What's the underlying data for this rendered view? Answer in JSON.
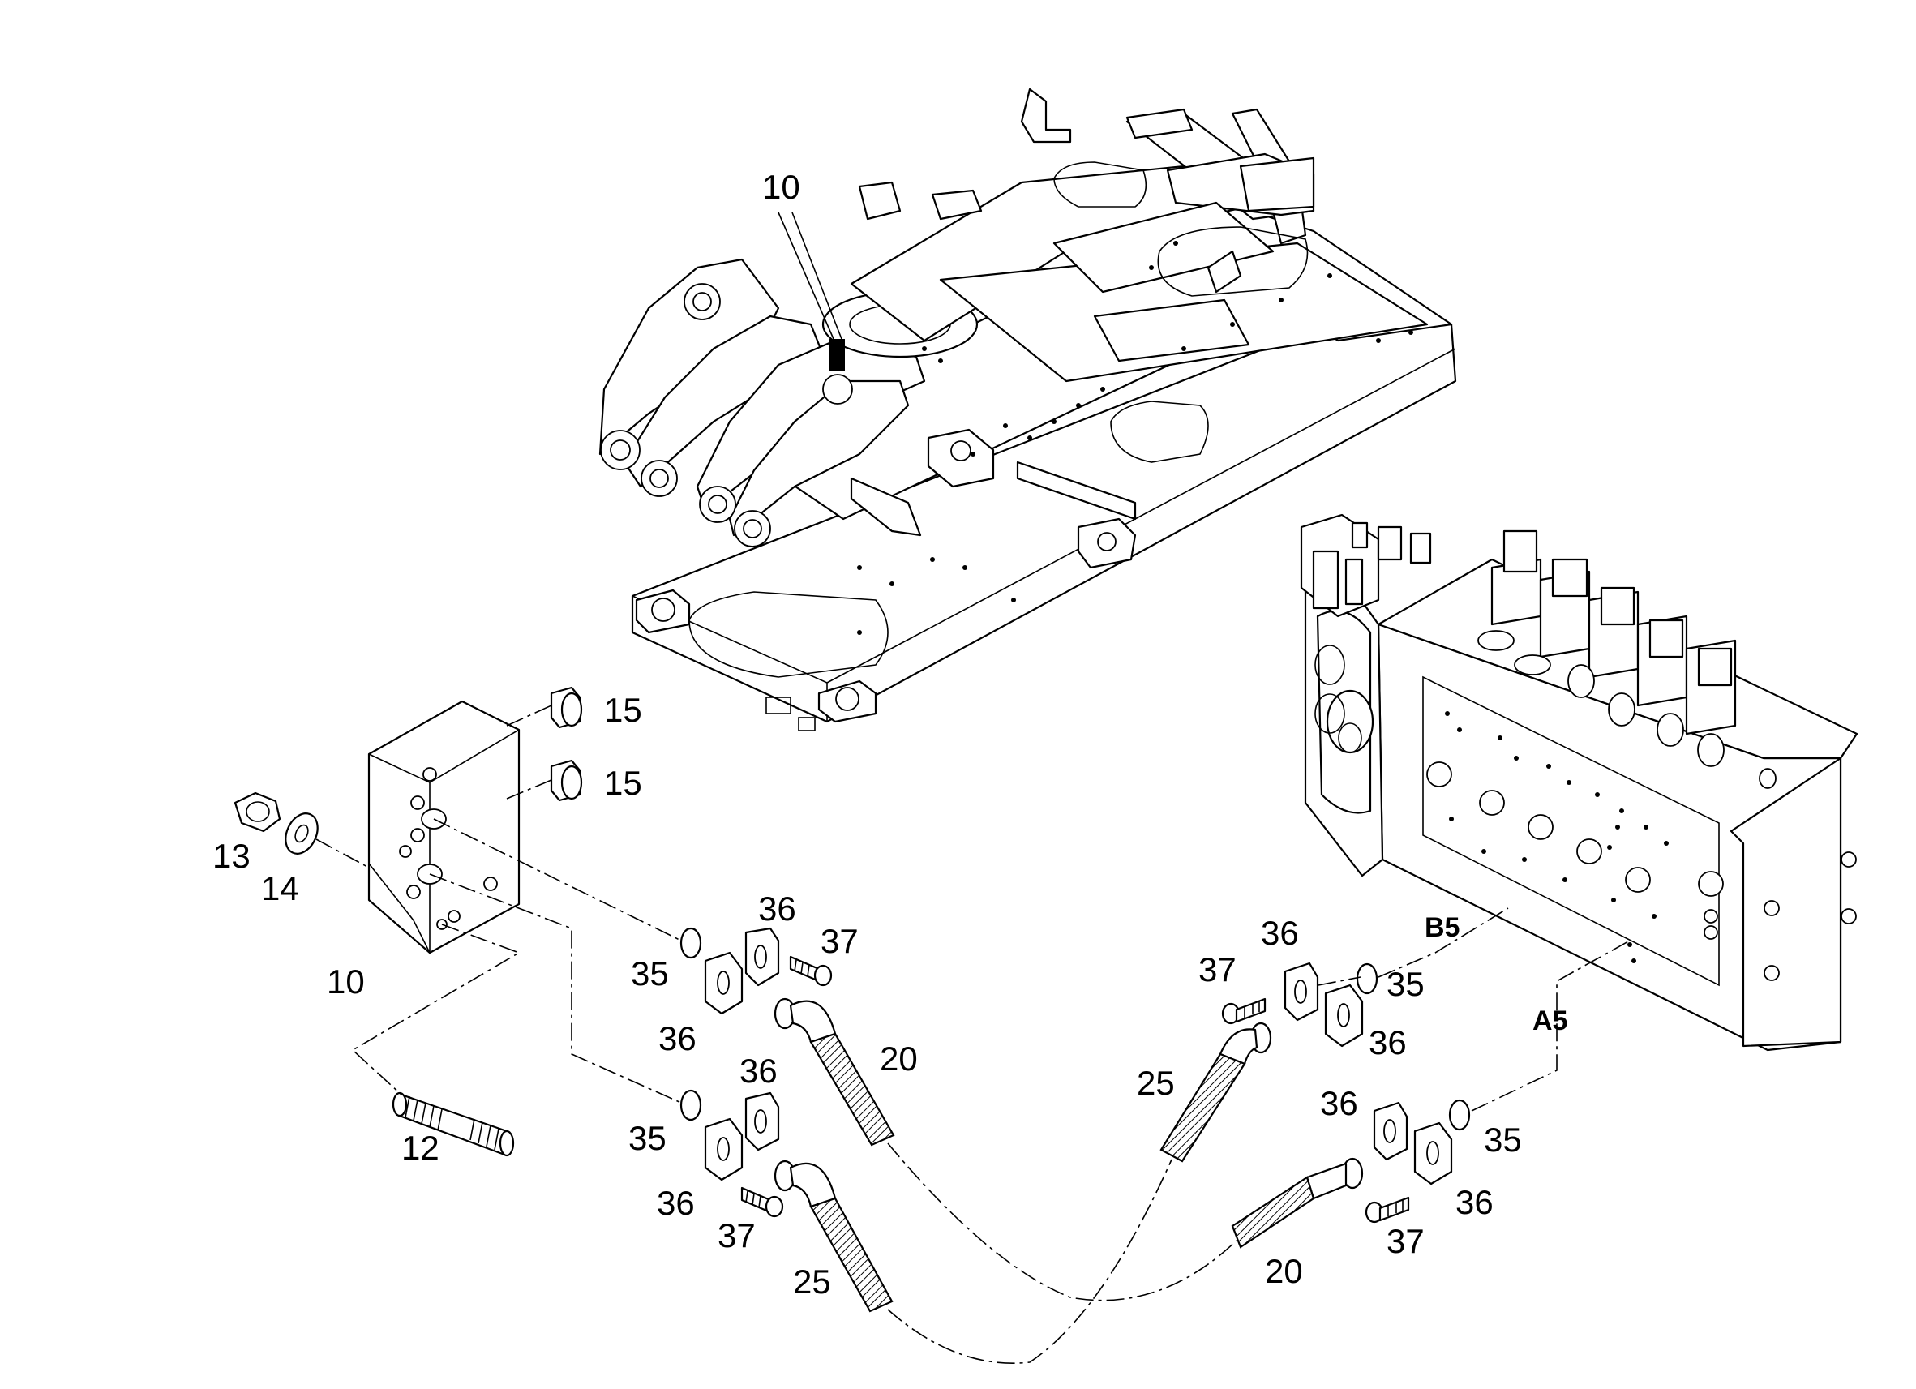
{
  "callouts": {
    "c10_frame": "10",
    "c15_a": "15",
    "c15_b": "15",
    "c13": "13",
    "c14": "14",
    "c10_block": "10",
    "c12": "12",
    "c36_a": "36",
    "c37_a": "37",
    "c35_a": "35",
    "c36_b": "36",
    "c20_a": "20",
    "c36_c": "36",
    "c35_b": "35",
    "c36_d": "36",
    "c37_b": "37",
    "c25_a": "25",
    "c36_e": "36",
    "c37_c": "37",
    "c35_c": "35",
    "c36_f": "36",
    "c25_b": "25",
    "c36_g": "36",
    "c35_d": "35",
    "c36_h": "36",
    "c37_d": "37",
    "c20_b": "20"
  },
  "ports": {
    "b5": "B5",
    "a5": "A5"
  }
}
